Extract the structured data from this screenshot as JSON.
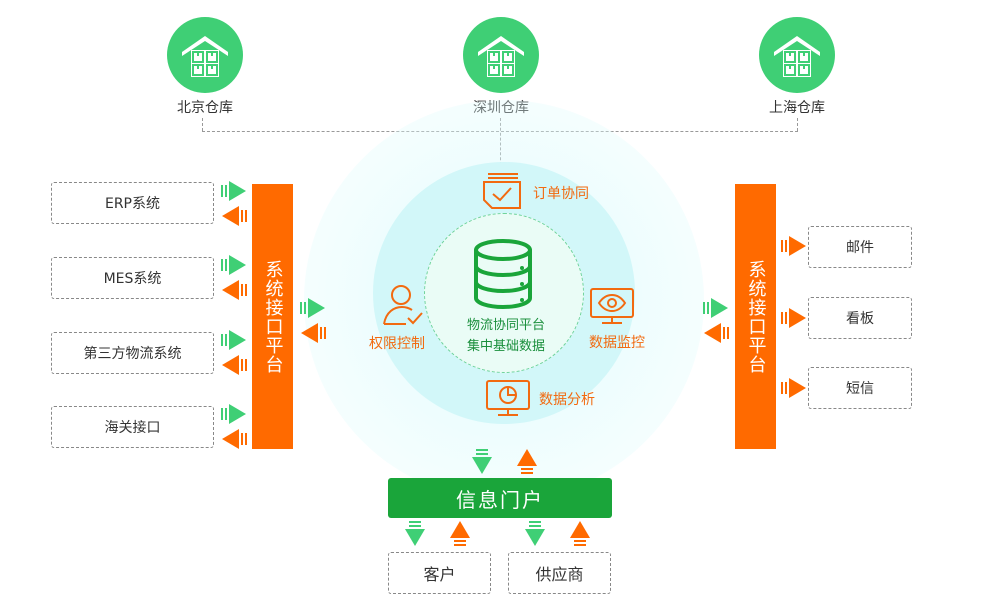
{
  "warehouses": [
    {
      "label": "北京仓库",
      "icon": "warehouse-icon"
    },
    {
      "label": "深圳仓库",
      "icon": "warehouse-icon"
    },
    {
      "label": "上海仓库",
      "icon": "warehouse-icon"
    }
  ],
  "left_systems": [
    "ERP系统",
    "MES系统",
    "第三方物流系统",
    "海关接口"
  ],
  "left_platform": "系统接口平台",
  "right_platform": "系统接口平台",
  "right_outputs": [
    "邮件",
    "看板",
    "短信"
  ],
  "center": {
    "line1": "物流协同平台",
    "line2": "集中基础数据",
    "features": {
      "order": "订单协同",
      "permission": "权限控制",
      "monitor": "数据监控",
      "analysis": "数据分析"
    }
  },
  "portal": "信息门户",
  "bottom": [
    "客户",
    "供应商"
  ],
  "colors": {
    "green": "#3fcf75",
    "dark_green": "#1aa53a",
    "orange": "#ff6a00"
  }
}
